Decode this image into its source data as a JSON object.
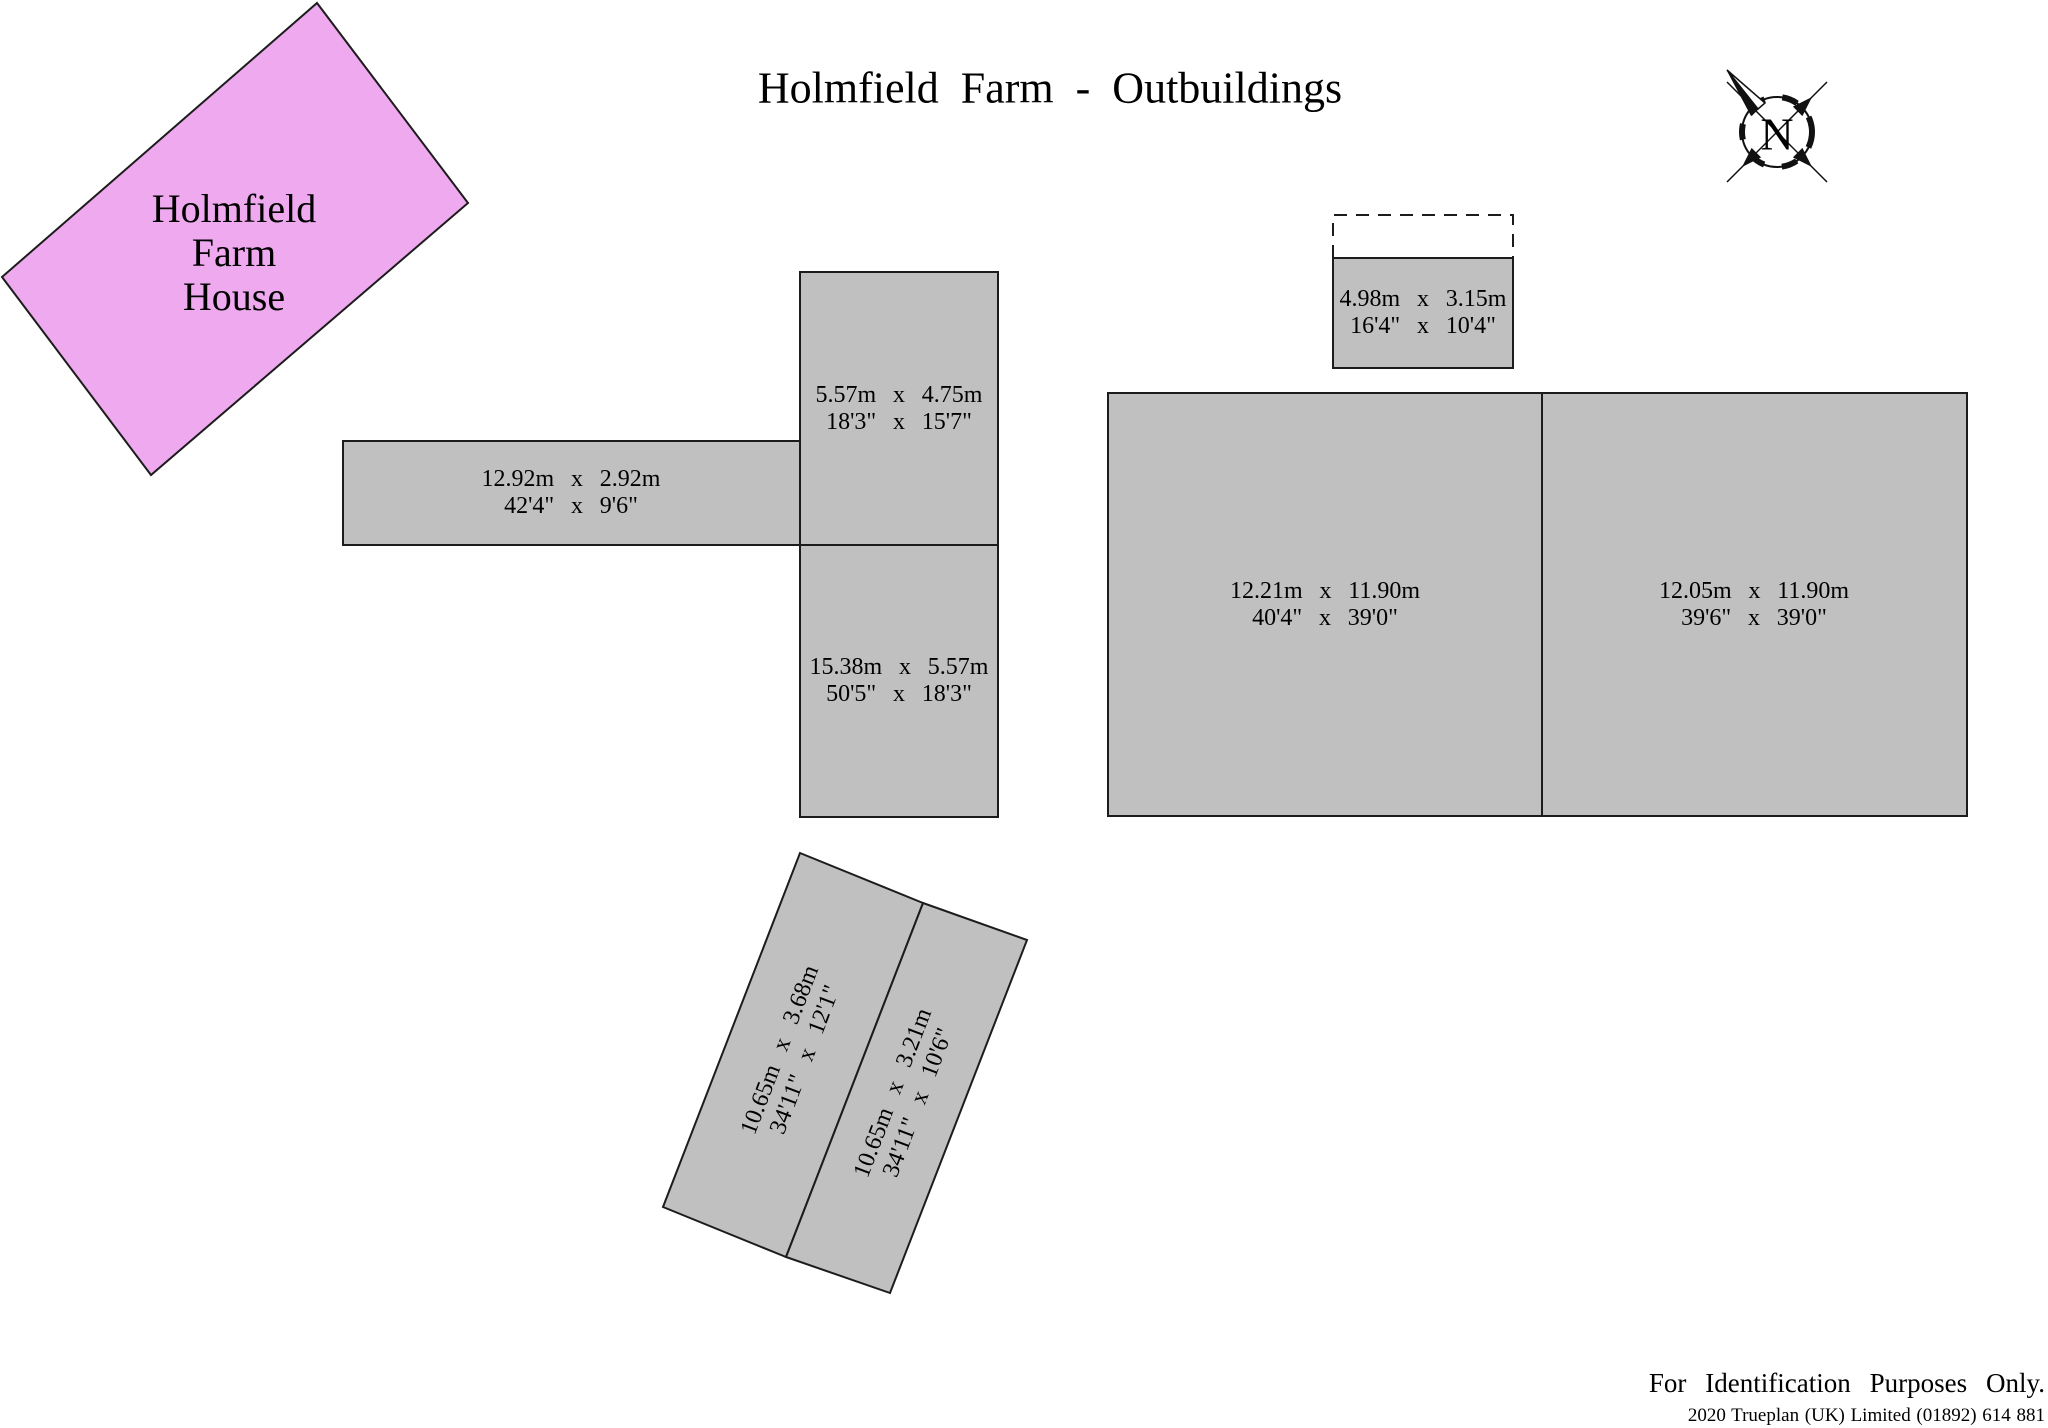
{
  "page": {
    "title": "Holmfield Farm - Outbuildings"
  },
  "farm_house": {
    "label_lines": [
      "Holmfield",
      "Farm",
      "House"
    ]
  },
  "compass": {
    "north_label": "N"
  },
  "outbuildings": [
    {
      "id": "outbuilding-1",
      "metric": "5.57m x 4.75m",
      "imperial": "18'3\" x 15'7\""
    },
    {
      "id": "outbuilding-2",
      "metric": "12.92m x 2.92m",
      "imperial": "42'4\" x 9'6\""
    },
    {
      "id": "outbuilding-3",
      "metric": "15.38m x 5.57m",
      "imperial": "50'5\" x 18'3\""
    },
    {
      "id": "outbuilding-4",
      "metric": "4.98m x 3.15m",
      "imperial": "16'4\" x 10'4\""
    },
    {
      "id": "outbuilding-5",
      "metric": "12.21m x 11.90m",
      "imperial": "40'4\" x 39'0\""
    },
    {
      "id": "outbuilding-6",
      "metric": "12.05m x 11.90m",
      "imperial": "39'6\" x 39'0\""
    },
    {
      "id": "outbuilding-7",
      "metric": "10.65m x 3.68m",
      "imperial": "34'11\" x 12'1\""
    },
    {
      "id": "outbuilding-8",
      "metric": "10.65m x 3.21m",
      "imperial": "34'11\" x 10'6\""
    }
  ],
  "footer": {
    "disclaimer": "For Identification Purposes Only.",
    "credit": "2020 Trueplan (UK) Limited  (01892) 614 881"
  },
  "colors": {
    "building_fill": "#c0c0c0",
    "house_fill": "#efaaef",
    "outline": "#1c1c1c"
  }
}
